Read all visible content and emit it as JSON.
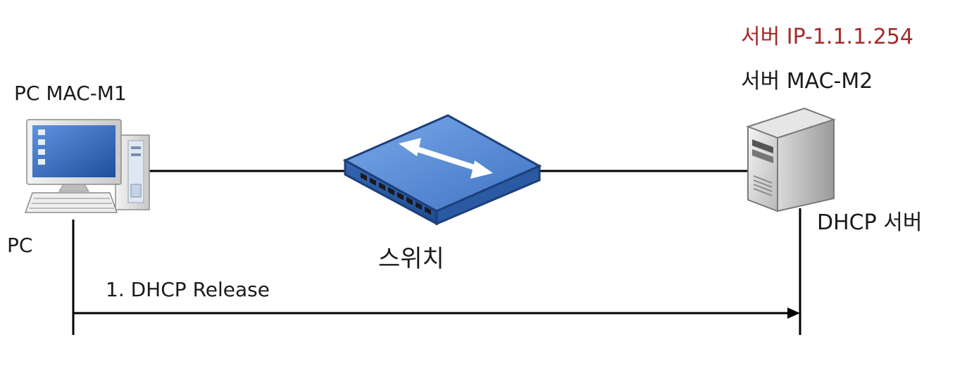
{
  "pc": {
    "mac_label": "PC MAC-M1",
    "name_label": "PC"
  },
  "switch": {
    "label": "스위치"
  },
  "server": {
    "ip_label": "서버 IP-1.1.1.254",
    "mac_label": "서버 MAC-M2",
    "role_label": "DHCP 서버"
  },
  "messages": [
    {
      "label": "1. DHCP Release"
    }
  ],
  "colors": {
    "ip_label": "#a52a2a",
    "text": "#1a1a1a",
    "line": "#000000",
    "switch_top": "#4a7fd0",
    "switch_side": "#2b5fa8",
    "monitor_screen": "#2f63b5"
  },
  "icons": [
    "desktop-pc-icon",
    "network-switch-icon",
    "tower-server-icon"
  ]
}
